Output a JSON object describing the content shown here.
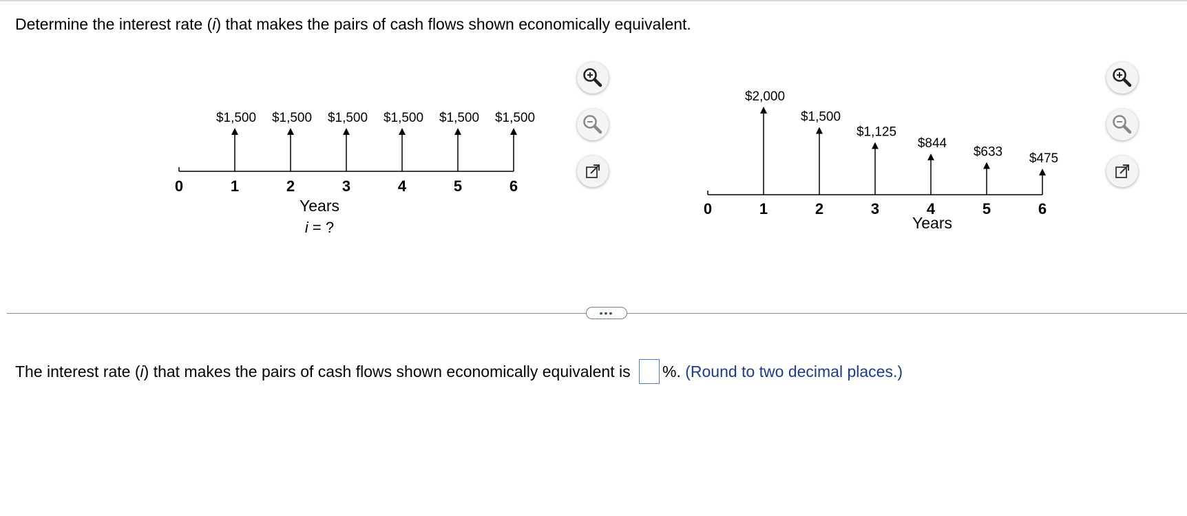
{
  "question": {
    "before": "Determine the interest rate (",
    "var": "i",
    "after": ") that makes the pairs of cash flows shown economically equivalent."
  },
  "diagram_left": {
    "axis_labels": [
      "0",
      "1",
      "2",
      "3",
      "4",
      "5",
      "6"
    ],
    "cash_flows": [
      {
        "year": 1,
        "amount": 1500,
        "label": "$1,500"
      },
      {
        "year": 2,
        "amount": 1500,
        "label": "$1,500"
      },
      {
        "year": 3,
        "amount": 1500,
        "label": "$1,500"
      },
      {
        "year": 4,
        "amount": 1500,
        "label": "$1,500"
      },
      {
        "year": 5,
        "amount": 1500,
        "label": "$1,500"
      },
      {
        "year": 6,
        "amount": 1500,
        "label": "$1,500"
      }
    ],
    "years_label": "Years",
    "rate_var": "i",
    "rate_rest": " = ?"
  },
  "diagram_right": {
    "axis_labels": [
      "0",
      "1",
      "2",
      "3",
      "4",
      "5",
      "6"
    ],
    "cash_flows": [
      {
        "year": 1,
        "amount": 2000,
        "label": "$2,000"
      },
      {
        "year": 2,
        "amount": 1500,
        "label": "$1,500"
      },
      {
        "year": 3,
        "amount": 1125,
        "label": "$1,125"
      },
      {
        "year": 4,
        "amount": 844,
        "label": "$844"
      },
      {
        "year": 5,
        "amount": 633,
        "label": "$633"
      },
      {
        "year": 6,
        "amount": 475,
        "label": "$475"
      }
    ],
    "years_label": "Years"
  },
  "toolbar_icons": [
    "zoom-in-icon",
    "zoom-out-icon",
    "popout-icon"
  ],
  "more_label": "•••",
  "answer": {
    "before": "The interest rate (",
    "var": "i",
    "after": ") that makes the pairs of cash flows shown economically equivalent is ",
    "input_value": "",
    "suffix": "%.",
    "hint": " (Round to two decimal places.)"
  },
  "colors": {
    "accent": "#1d3b8a",
    "input_border": "#4a78d0",
    "divider": "#7d8fa8"
  }
}
